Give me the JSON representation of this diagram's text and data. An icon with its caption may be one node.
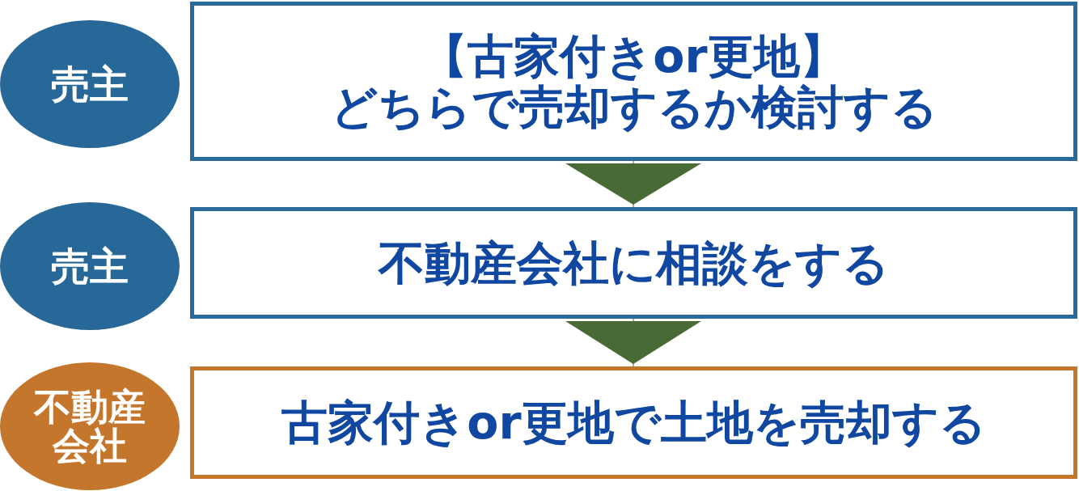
{
  "diagram": {
    "nodes": [
      {
        "text": [
          "売主"
        ]
      },
      {
        "text": [
          "【古家付きor更地】",
          "どちらで売却するか検討する"
        ]
      },
      {
        "text": [
          "売主"
        ]
      },
      {
        "text": [
          "不動産会社に相談をする"
        ]
      },
      {
        "text": [
          "不動産会社"
        ]
      },
      {
        "text": [
          "古家付きor更地で土地を売却する"
        ]
      }
    ],
    "edges": [
      {
        "from": 1,
        "to": 3,
        "arrow": "to"
      },
      {
        "from": 3,
        "to": 5,
        "arrow": "to"
      }
    ]
  }
}
